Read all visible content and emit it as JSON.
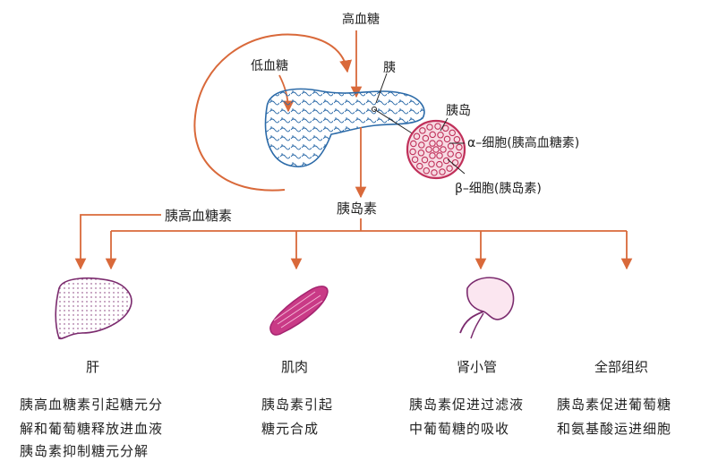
{
  "labels": {
    "high_sugar": "高血糖",
    "low_sugar": "低血糖",
    "pancreas": "胰",
    "islet": "胰岛",
    "alpha_cell": "α–细胞(胰高血糖素)",
    "beta_cell": "β–细胞(胰岛素)",
    "glucagon": "胰高血糖素",
    "insulin": "胰岛素"
  },
  "targets": [
    {
      "name": "肝",
      "lines": [
        "胰高血糖素引起糖元分",
        "解和葡萄糖释放进血液",
        "胰岛素抑制糖元分解"
      ]
    },
    {
      "name": "肌肉",
      "lines": [
        "胰岛素引起",
        "糖元合成"
      ]
    },
    {
      "name": "肾小管",
      "lines": [
        "胰岛素促进过滤液",
        "中葡萄糖的吸收"
      ]
    },
    {
      "name": "全部组织",
      "lines": [
        "胰岛素促进葡萄糖",
        "和氨基酸运进细胞"
      ]
    }
  ],
  "colors": {
    "arrow": "#d9693a",
    "organ": "#7b2b6e",
    "muscle": "#a3236f",
    "islet": "#c0305a",
    "pancreas": "#2b6aa8"
  }
}
